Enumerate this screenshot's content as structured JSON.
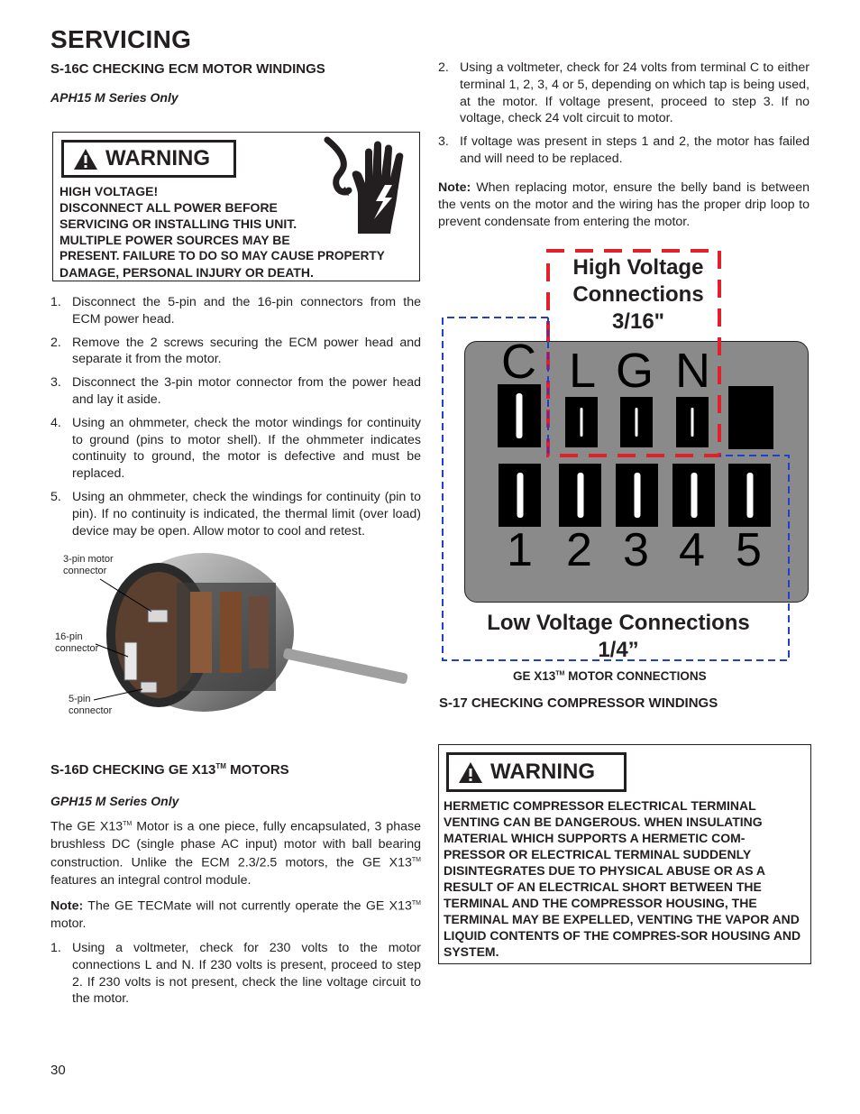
{
  "header": {
    "title": "SERVICING"
  },
  "s16c": {
    "heading": "S-16C  CHECKING  ECM  MOTOR  WINDINGS",
    "subtitle": "APH15 M Series Only",
    "warning": {
      "badge": "WARNING",
      "lines": [
        "HIGH VOLTAGE!",
        "DISCONNECT ALL POWER BEFORE",
        "SERVICING OR INSTALLING THIS UNIT.",
        "MULTIPLE POWER SOURCES MAY BE",
        "PRESENT. FAILURE TO DO SO MAY CAUSE PROPERTY",
        "DAMAGE, PERSONAL INJURY OR DEATH."
      ]
    },
    "steps": [
      {
        "num": "1.",
        "text": "Disconnect the 5-pin and the 16-pin connectors from the ECM power head."
      },
      {
        "num": "2.",
        "text": "Remove the 2 screws securing the ECM power head and separate it from the motor."
      },
      {
        "num": "3.",
        "text": "Disconnect the 3-pin motor connector from the power head and lay it aside."
      },
      {
        "num": "4.",
        "text": "Using an ohmmeter, check the motor windings for continuity to ground (pins to motor shell). If the ohmmeter indicates continuity to ground, the motor is defective and must be replaced."
      },
      {
        "num": "5.",
        "text": "Using an ohmmeter, check the windings for continuity (pin to pin). If no continuity is indicated, the thermal limit (over load) device may be open. Allow motor to cool and retest."
      }
    ],
    "photo_labels": {
      "three_pin": "3-pin motor connector",
      "sixteen_pin": "16-pin connector",
      "five_pin": "5-pin connector"
    }
  },
  "right_top": {
    "steps": [
      {
        "num": "2.",
        "text": "Using a voltmeter, check for 24 volts from terminal C to either terminal 1, 2, 3, 4 or 5, depending on which tap is being used, at the motor. If voltage present, proceed to step 3. If no voltage, check 24 volt circuit to motor."
      },
      {
        "num": "3.",
        "text": "If voltage was present in steps 1 and 2, the motor has failed and will need to be replaced."
      }
    ],
    "note_label": "Note:",
    "note_text": " When replacing motor, ensure the belly band is between the vents on the motor and the wiring has the proper drip loop to prevent condensate from entering the motor."
  },
  "diagram": {
    "high_voltage_label": [
      "High Voltage",
      "Connections",
      "3/16\""
    ],
    "low_voltage_label": [
      "Low Voltage Connections",
      "1/4”"
    ],
    "top_letters": [
      "C",
      "L",
      "G",
      "N"
    ],
    "bottom_digits": [
      "1",
      "2",
      "3",
      "4",
      "5"
    ],
    "caption_main": "GE X13",
    "caption_tm": "TM",
    "caption_rest": "  MOTOR CONNECTIONS",
    "colors": {
      "panel": "#8a8a8a",
      "high_voltage_border": "#e3202a",
      "low_voltage_border": "#1f3fcf"
    }
  },
  "s17": {
    "heading": "S-17 CHECKING COMPRESSOR WINDINGS",
    "warning": {
      "badge": "WARNING",
      "text": "HERMETIC COMPRESSOR ELECTRICAL TERMINAL VENTING CAN BE DANGEROUS. WHEN INSULATING MATERIAL WHICH SUPPORTS A HERMETIC COM-PRESSOR OR ELECTRICAL TERMINAL SUDDENLY DISINTEGRATES DUE TO PHYSICAL ABUSE OR AS A RESULT OF AN ELECTRICAL SHORT BETWEEN THE TERMINAL AND THE COMPRESSOR HOUSING, THE TERMINAL MAY BE EXPELLED, VENTING THE VAPOR AND LIQUID CONTENTS OF THE COMPRES-SOR HOUSING AND SYSTEM."
    }
  },
  "s16d": {
    "heading_main": "S-16D CHECKING GE X13",
    "heading_tm": "TM",
    "heading_rest": " MOTORS",
    "subtitle": "GPH15 M Series Only",
    "para": {
      "p1": "The GE X13",
      "tm1": "TM",
      "p2": " Motor is a one piece, fully encapsulated, 3 phase brushless DC (single phase AC input) motor with ball bearing construction. Unlike the ECM 2.3/2.5 motors, the GE X13",
      "tm2": "TM",
      "p3": " features an integral control module."
    },
    "note_label": "Note:",
    "note_text": " The GE TECMate will not currently operate the GE X13",
    "note_tm": "TM",
    "note_end": " motor.",
    "steps": [
      {
        "num": "1.",
        "text": "Using a voltmeter, check for 230 volts to the motor connections L and N. If 230 volts is present, proceed to step 2. If 230 volts is not present, check the line voltage circuit to the motor."
      }
    ]
  },
  "footer": {
    "page_number": "30"
  }
}
